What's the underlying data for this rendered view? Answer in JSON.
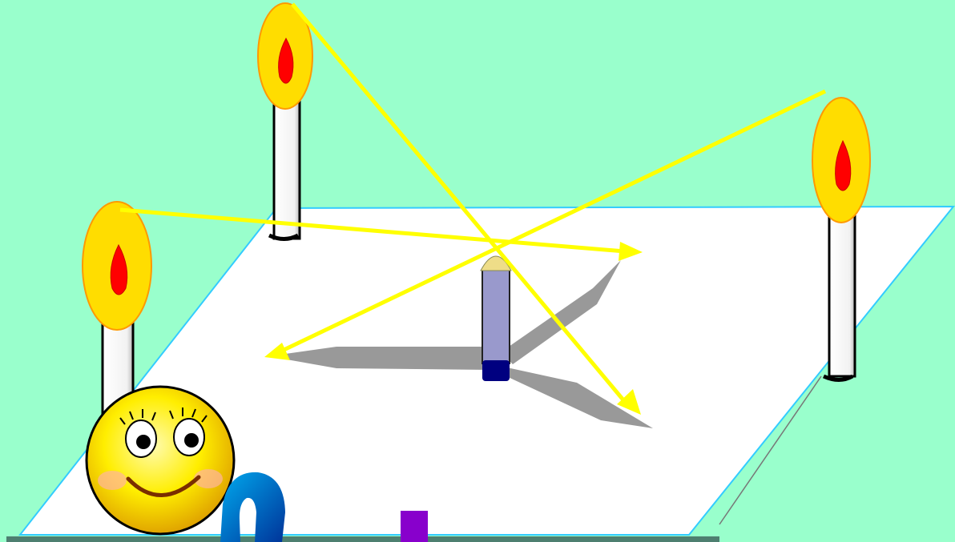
{
  "scene": {
    "background_color": "#99ffcc",
    "plane_color": "#ffffff",
    "plane_edge_color": "#33ccff",
    "ray_color": "#ffff00",
    "shadow_color": "#999999",
    "center_candle_color": "#9999cc",
    "center_candle_base_color": "#000080",
    "flame_outer_color": "#ffdd00",
    "flame_inner_color": "#ff0000",
    "candle_color": "#ffffff",
    "smiley_color": "#ffee00",
    "bottom_bar_color": "#4d7f70",
    "partial_glyph_colors": [
      "#0066cc",
      "#8800cc"
    ],
    "candles": [
      "candle-back-left",
      "candle-left",
      "candle-right"
    ],
    "center_object": "central-candle-obstacle",
    "rays_count": 3,
    "shadows_count": 3
  }
}
